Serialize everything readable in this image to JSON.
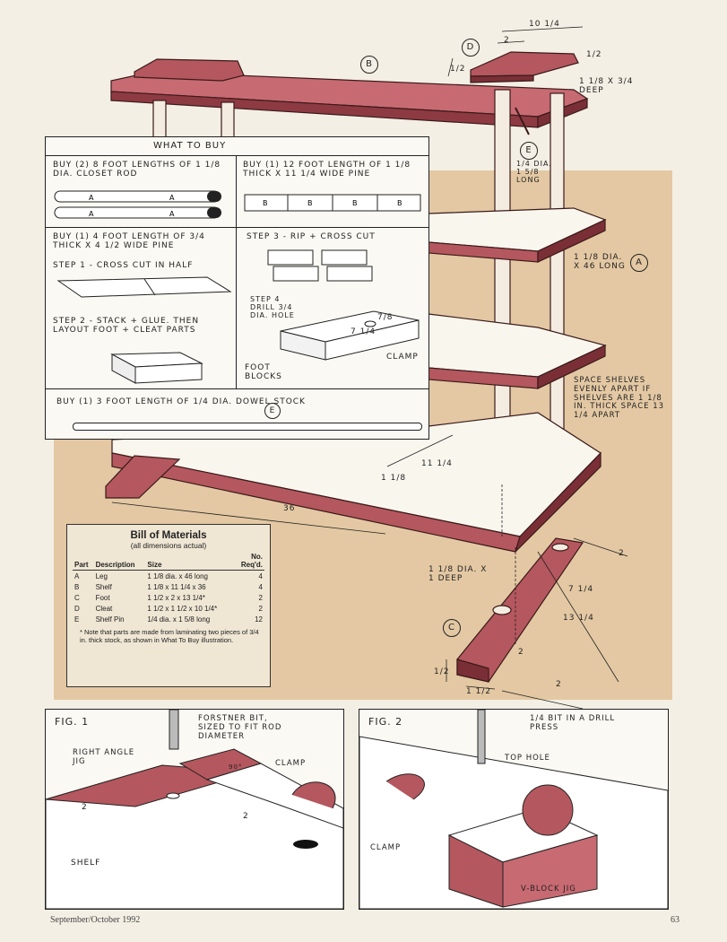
{
  "colors": {
    "wood": "#b5575e",
    "wood_dark": "#7a2f36",
    "tan": "#e3c8a3",
    "page": "#f4efe4",
    "panel": "#fbf9f3"
  },
  "dims": {
    "cleat_len": "10 1/4",
    "cleat_mid": "2",
    "cleat_end": "1/2",
    "cleat_h": "1/2",
    "cleat_hole": "1 1/8 x 3/4 DEEP",
    "shelf_w": "11 1/4",
    "shelf_t": "1 1/8",
    "shelf_l": "36",
    "leg_note": "1 1/8 DIA. x 46 LONG",
    "pin_note": "1/4 DIA. 1 5/8 LONG",
    "foot_hole": "1 1/8 DIA. x 1 DEEP",
    "foot_z": "2",
    "foot_mid": "7 1/4",
    "foot_len": "13 1/4",
    "foot_z2": "2",
    "foot_half": "1/2",
    "foot_w": "1 1/2",
    "foot_z3": "2"
  },
  "parts": {
    "a": "A",
    "b": "B",
    "c": "C",
    "d": "D",
    "e": "E"
  },
  "spacing_note": "SPACE SHELVES EVENLY APART IF SHELVES ARE 1 1/8 IN. THICK SPACE 13 1/4 APART",
  "what_to_buy": {
    "title": "WHAT TO BUY",
    "rod": "BUY (2) 8 FOOT LENGTHS OF 1 1/8 DIA. CLOSET ROD",
    "pine": "BUY (1) 12 FOOT LENGTH OF 1 1/8 THICK x 11 1/4 WIDE PINE",
    "board": "BUY (1) 4 FOOT LENGTH OF 3/4 THICK x 4 1/2 WIDE PINE",
    "step1": "STEP 1 - CROSS CUT IN HALF",
    "step2": "STEP 2 - STACK + GLUE. THEN LAYOUT FOOT + CLEAT PARTS",
    "step3": "STEP 3 - RIP + CROSS CUT",
    "step4": "STEP 4 DRILL 3/4 DIA. HOLE",
    "dim_a": "7/8",
    "dim_b": "7 1/4",
    "clamp": "CLAMP",
    "foot_blocks": "FOOT BLOCKS",
    "dowel": "BUY (1) 3 FOOT LENGTH OF 1/4 DIA. DOWEL STOCK"
  },
  "bom": {
    "title": "Bill of Materials",
    "subtitle": "(all dimensions actual)",
    "headers": [
      "Part",
      "Description",
      "Size",
      "No. Req'd."
    ],
    "rows": [
      [
        "A",
        "Leg",
        "1 1/8 dia. x 46 long",
        "4"
      ],
      [
        "B",
        "Shelf",
        "1 1/8 x 11 1/4 x 36",
        "4"
      ],
      [
        "C",
        "Foot",
        "1 1/2 x 2 x 13 1/4*",
        "2"
      ],
      [
        "D",
        "Cleat",
        "1 1/2 x 1 1/2 x 10 1/4*",
        "2"
      ],
      [
        "E",
        "Shelf Pin",
        "1/4 dia. x 1 5/8 long",
        "12"
      ]
    ],
    "note": "* Note that parts are made from laminating two pieces of 3/4 in. thick stock, as shown in What To Buy illustration."
  },
  "fig1": {
    "title": "FIG. 1",
    "forstner": "FORSTNER BIT, SIZED TO FIT ROD DIAMETER",
    "jig": "RIGHT ANGLE JIG",
    "clamp": "CLAMP",
    "shelf": "SHELF",
    "z1": "2",
    "z2": "2",
    "angle": "90°"
  },
  "fig2": {
    "title": "FIG. 2",
    "bit": "1/4 BIT IN A DRILL PRESS",
    "top": "TOP HOLE",
    "clamp": "CLAMP",
    "vblock": "V-BLOCK JIG"
  },
  "footer": {
    "issue": "September/October 1992",
    "page": "63"
  }
}
